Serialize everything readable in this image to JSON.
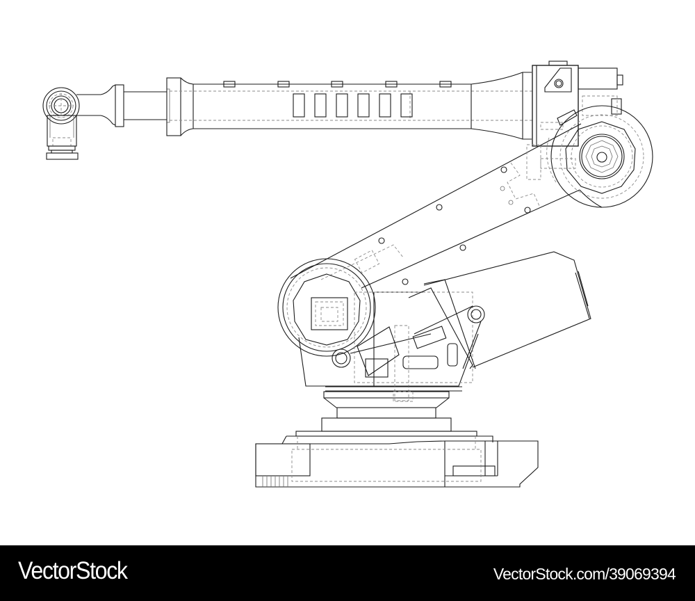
{
  "illustration": {
    "subject": "Industrial robot arm wireframe technical drawing",
    "line_color": "#1a1a1a",
    "hidden_line_color": "#8a8a8a",
    "background": "#ffffff"
  },
  "footer": {
    "brand": "VectorStock",
    "stock_id": "VectorStock.com/39069394",
    "background": "#000000",
    "text_color": "#ffffff"
  }
}
